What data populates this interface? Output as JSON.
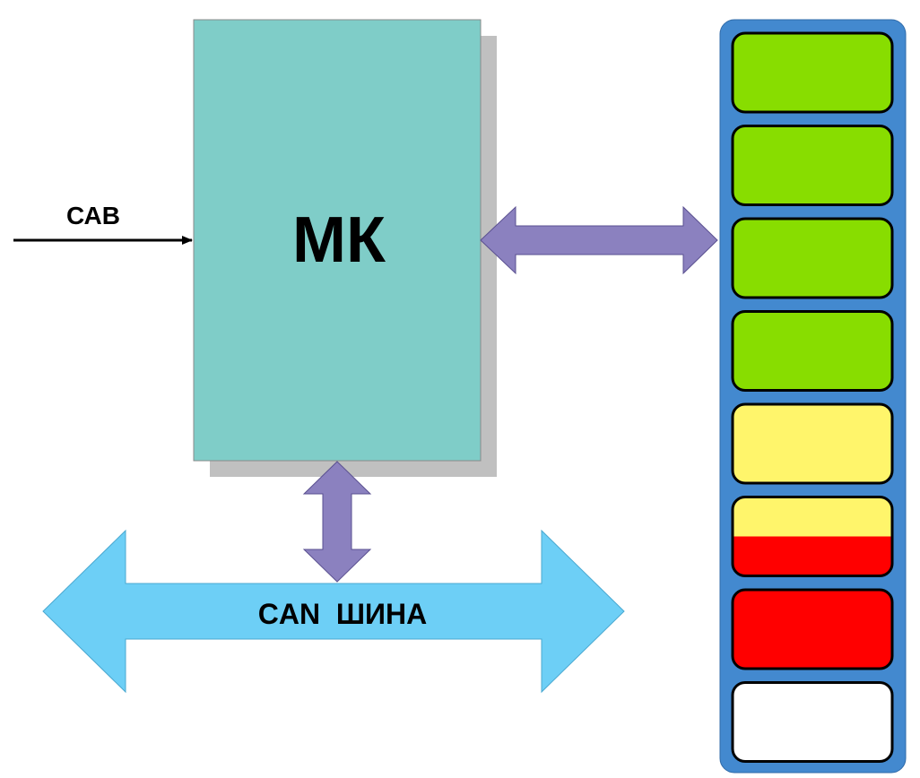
{
  "diagram": {
    "input_label": "САВ",
    "mcu_label": "МК",
    "bus_label": "CAN  ШИНА"
  },
  "indicator": {
    "segments": [
      {
        "fill": [
          "#88dd00"
        ]
      },
      {
        "fill": [
          "#88dd00"
        ]
      },
      {
        "fill": [
          "#88dd00"
        ]
      },
      {
        "fill": [
          "#88dd00"
        ]
      },
      {
        "fill": [
          "#fff56b"
        ]
      },
      {
        "fill": [
          "#fff56b",
          "#ff0000"
        ]
      },
      {
        "fill": [
          "#ff0000"
        ]
      },
      {
        "fill": [
          "#ffffff"
        ]
      }
    ]
  },
  "colors": {
    "mcu_box": "#7fcdc8",
    "mcu_shadow": "#c0c0c0",
    "link_arrow": "#8b81bf",
    "bus_arrow": "#6dcff6",
    "indicator_frame": "#4389cf",
    "segment_outline": "#000000"
  }
}
